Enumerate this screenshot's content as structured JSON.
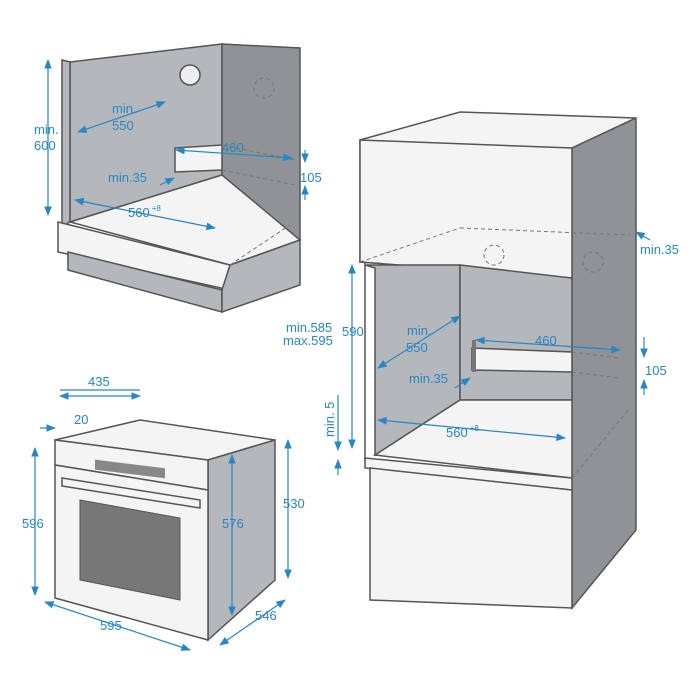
{
  "diagram": {
    "under_counter": {
      "height": "min.",
      "height_value": "600",
      "depth": "min.",
      "depth_value": "550",
      "vent_width": "460",
      "vent_gap": "min.35",
      "vent_height": "105",
      "width": "560",
      "width_tolerance": "+8"
    },
    "tall_unit": {
      "side_gap": "min.35",
      "height": "590",
      "height_min": "min.585",
      "height_max": "max.595",
      "depth": "min.",
      "depth_value": "550",
      "vent_width": "460",
      "vent_gap": "min.35",
      "vent_height": "105",
      "base_gap": "min. 5",
      "width": "560",
      "width_tolerance": "+8"
    },
    "oven": {
      "body_depth": "435",
      "front_depth": "20",
      "total_height": "596",
      "body_height": "576",
      "side_height": "530",
      "width": "595",
      "depth": "546"
    },
    "colors": {
      "accent": "#2a86c0",
      "wall": "#b4b8bc"
    }
  }
}
